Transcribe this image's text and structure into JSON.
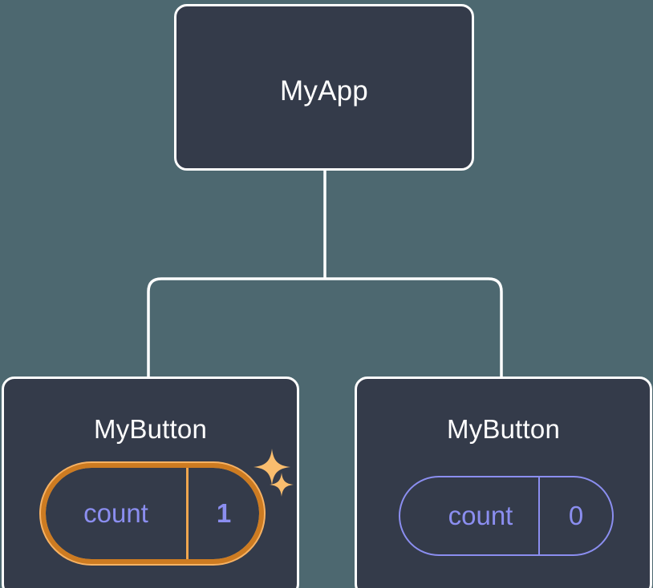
{
  "diagram": {
    "type": "component-tree",
    "background_color": "#4d6870",
    "node_fill_color": "#343b4a",
    "node_border_color": "#ffffff",
    "edge_color": "#ffffff",
    "accent_purple": "#8b8ef0",
    "accent_orange_light": "#f7b263",
    "accent_orange_dark": "#cd7b21"
  },
  "root": {
    "title": "MyApp"
  },
  "children": [
    {
      "title": "MyButton",
      "state": {
        "key": "count",
        "value": "1",
        "highlighted": true,
        "sparkles": 2
      }
    },
    {
      "title": "MyButton",
      "state": {
        "key": "count",
        "value": "0",
        "highlighted": false,
        "sparkles": 0
      }
    }
  ]
}
